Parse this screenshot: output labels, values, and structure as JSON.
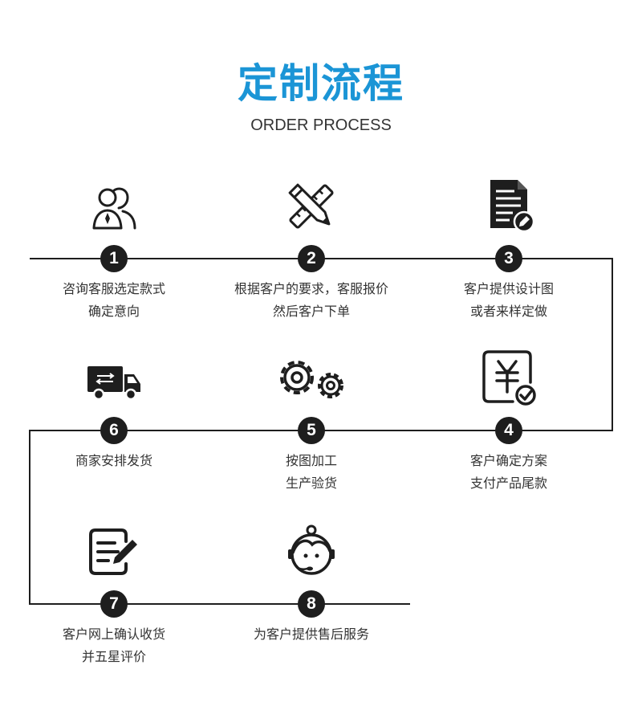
{
  "header": {
    "title": "定制流程",
    "subtitle": "ORDER PROCESS"
  },
  "colors": {
    "accent": "#1b95d6",
    "node": "#1e1e1e",
    "text": "#333333",
    "line": "#1e1e1e"
  },
  "steps": [
    {
      "number": "1",
      "icon": "customer-service-users-icon",
      "line1": "咨询客服选定款式",
      "line2": "确定意向"
    },
    {
      "number": "2",
      "icon": "pencil-ruler-icon",
      "line1": "根据客户的要求，客服报价",
      "line2": "然后客户下单"
    },
    {
      "number": "3",
      "icon": "document-edit-icon",
      "line1": "客户提供设计图",
      "line2": "或者来样定做"
    },
    {
      "number": "4",
      "icon": "yuan-payment-check-icon",
      "line1": "客户确定方案",
      "line2": "支付产品尾款"
    },
    {
      "number": "5",
      "icon": "gears-icon",
      "line1": "按图加工",
      "line2": "生产验货"
    },
    {
      "number": "6",
      "icon": "delivery-truck-icon",
      "line1": "商家安排发货",
      "line2": ""
    },
    {
      "number": "7",
      "icon": "review-edit-icon",
      "line1": "客户网上确认收货",
      "line2": "并五星评价"
    },
    {
      "number": "8",
      "icon": "after-sales-agent-icon",
      "line1": "为客户提供售后服务",
      "line2": ""
    }
  ]
}
